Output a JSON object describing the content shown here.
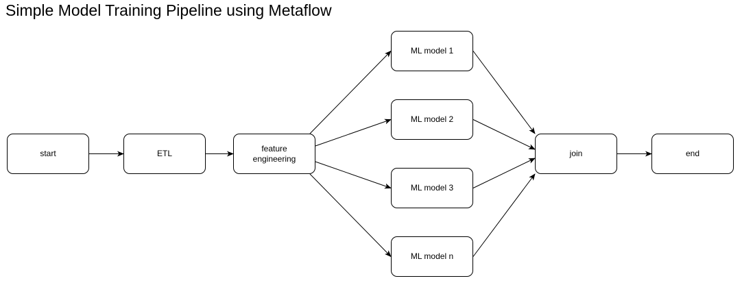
{
  "title": "Simple Model Training Pipeline using Metaflow",
  "nodes": {
    "start": "start",
    "etl": "ETL",
    "feature": "feature\nengineering",
    "model1": "ML model 1",
    "model2": "ML model 2",
    "model3": "ML model 3",
    "modeln": "ML model n",
    "join": "join",
    "end": "end"
  },
  "edges": [
    [
      "start",
      "etl"
    ],
    [
      "etl",
      "feature"
    ],
    [
      "feature",
      "model1"
    ],
    [
      "feature",
      "model2"
    ],
    [
      "feature",
      "model3"
    ],
    [
      "feature",
      "modeln"
    ],
    [
      "model1",
      "join"
    ],
    [
      "model2",
      "join"
    ],
    [
      "model3",
      "join"
    ],
    [
      "modeln",
      "join"
    ],
    [
      "join",
      "end"
    ]
  ]
}
